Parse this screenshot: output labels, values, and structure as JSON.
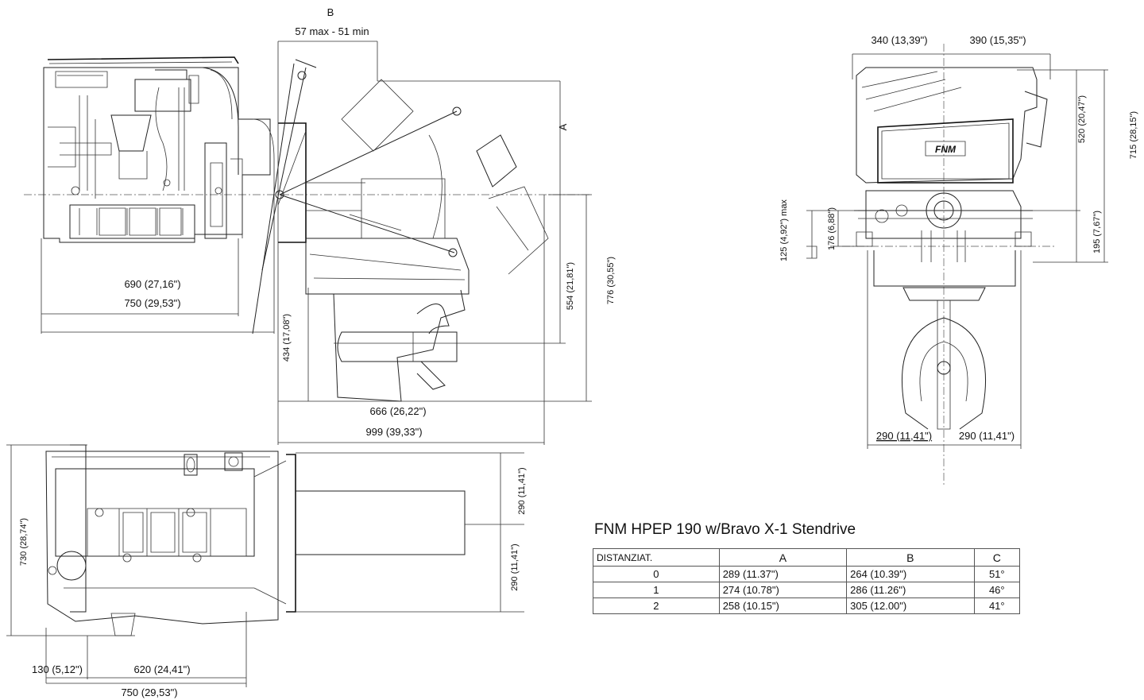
{
  "labels": {
    "b_top": "B",
    "b_range": "57 max  -  51 min",
    "a_label": "A",
    "dim_690": "690 (27,16\")",
    "dim_750_top": "750 (29,53\")",
    "dim_434": "434 (17,08\")",
    "dim_554": "554 (21,81\")",
    "dim_776": "776 (30,55\")",
    "dim_666": "666 (26,22\")",
    "dim_999": "999 (39,33\")",
    "dim_340": "340 (13,39\")",
    "dim_390": "390 (15,35\")",
    "dim_520": "520 (20,47\")",
    "dim_715": "715 (28,15\")",
    "dim_195": "195 (7,67\")",
    "dim_176": "176 (6,88\")",
    "dim_125": "125 (4,92\") max",
    "dim_290_left": "290 (11,41\")",
    "dim_290_right": "290 (11,41\")",
    "dim_730": "730 (28,74\")",
    "dim_290_upper": "290 (11,41\")",
    "dim_290_lower": "290 (11,41\")",
    "dim_130": "130 (5,12\")",
    "dim_620": "620 (24,41\")",
    "dim_750_bottom": "750 (29,53\")",
    "logo_text": "FNM"
  },
  "table": {
    "title": "FNM HPEP 190 w/Bravo X-1 Stendrive",
    "headers": [
      "DISTANZIAT.",
      "A",
      "B",
      "C"
    ],
    "rows": [
      [
        "0",
        "289 (11.37\")",
        "264 (10.39\")",
        "51°"
      ],
      [
        "1",
        "274 (10.78\")",
        "286 (11.26\")",
        "46°"
      ],
      [
        "2",
        "258 (10.15\")",
        "305 (12.00\")",
        "41°"
      ]
    ]
  }
}
